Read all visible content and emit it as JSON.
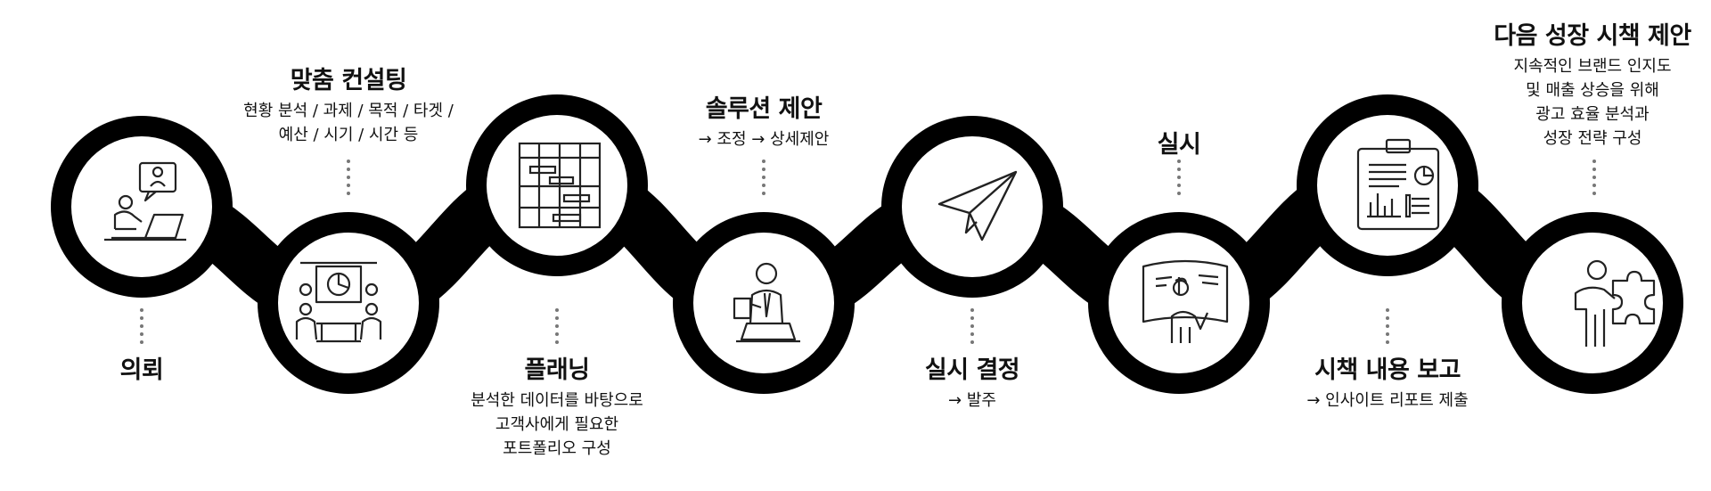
{
  "steps": [
    {
      "title": "의뢰",
      "desc": []
    },
    {
      "title": "맞춤 컨설팅",
      "desc": [
        "현황 분석 / 과제 / 목적 / 타겟 /",
        "예산 / 시기 / 시간 등"
      ]
    },
    {
      "title": "플래닝",
      "desc": [
        "분석한 데이터를 바탕으로",
        "고객사에게 필요한",
        "포트폴리오 구성"
      ]
    },
    {
      "title": "솔루션 제안",
      "desc": [
        "→ 조정 → 상세제안"
      ]
    },
    {
      "title": "실시 결정",
      "desc": [
        "→ 발주"
      ]
    },
    {
      "title": "실시",
      "desc": []
    },
    {
      "title": "시책 내용 보고",
      "desc": [
        "→ 인사이트 리포트 제출"
      ]
    },
    {
      "title": "다음 성장 시책 제안",
      "desc": [
        "지속적인 브랜드 인지도",
        "및 매출 상승을 위해",
        "광고 효율 분석과",
        "성장 전략 구성"
      ]
    }
  ],
  "icons": [
    "consultation-icon",
    "meeting-chart-icon",
    "gantt-planning-icon",
    "presenter-icon",
    "paper-plane-icon",
    "touch-screen-icon",
    "report-clipboard-icon",
    "puzzle-growth-icon"
  ],
  "colors": {
    "chain": "#000000",
    "circle_fill": "#ffffff",
    "dots": "#777777"
  }
}
